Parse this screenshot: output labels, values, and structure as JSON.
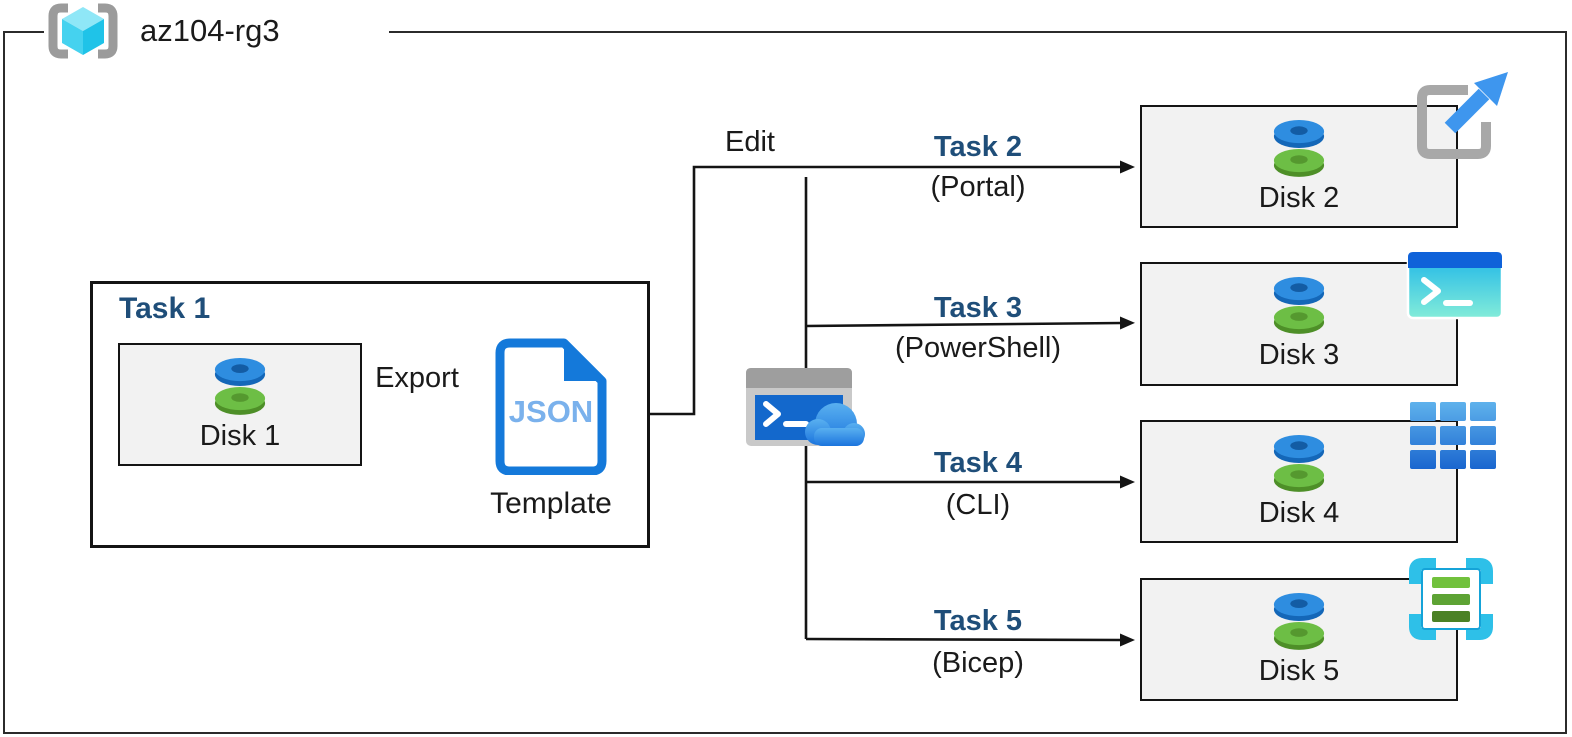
{
  "resource_group": {
    "name": "az104-rg3",
    "icon": "resource-group-icon"
  },
  "task1": {
    "title": "Task 1",
    "disk_label": "Disk 1"
  },
  "flow": {
    "export_label": "Export",
    "edit_label": "Edit",
    "template_badge": "JSON",
    "template_caption": "Template"
  },
  "branches": [
    {
      "task": "Task 2",
      "method": "(Portal)",
      "disk_label": "Disk 2",
      "corner_icon": "export-template-icon"
    },
    {
      "task": "Task 3",
      "method": "(PowerShell)",
      "disk_label": "Disk 3",
      "corner_icon": "powershell-icon"
    },
    {
      "task": "Task 4",
      "method": "(CLI)",
      "disk_label": "Disk 4",
      "corner_icon": "cli-icon"
    },
    {
      "task": "Task 5",
      "method": "(Bicep)",
      "disk_label": "Disk 5",
      "corner_icon": "bicep-icon"
    }
  ],
  "colors": {
    "task_heading": "#1f4e79",
    "line": "#141414",
    "card_bg": "#f2f2f2",
    "disk_blue": "#2e8de0",
    "disk_green": "#6dbe45",
    "json_doc_blue": "#1479da",
    "json_text_blue": "#7ab1ec",
    "powershell_titlebar": "#0f62d9",
    "cloud_blue": "#1b74dd",
    "bicep_cyan": "#2ec0e8",
    "bracket_gray": "#9b9b9b"
  }
}
